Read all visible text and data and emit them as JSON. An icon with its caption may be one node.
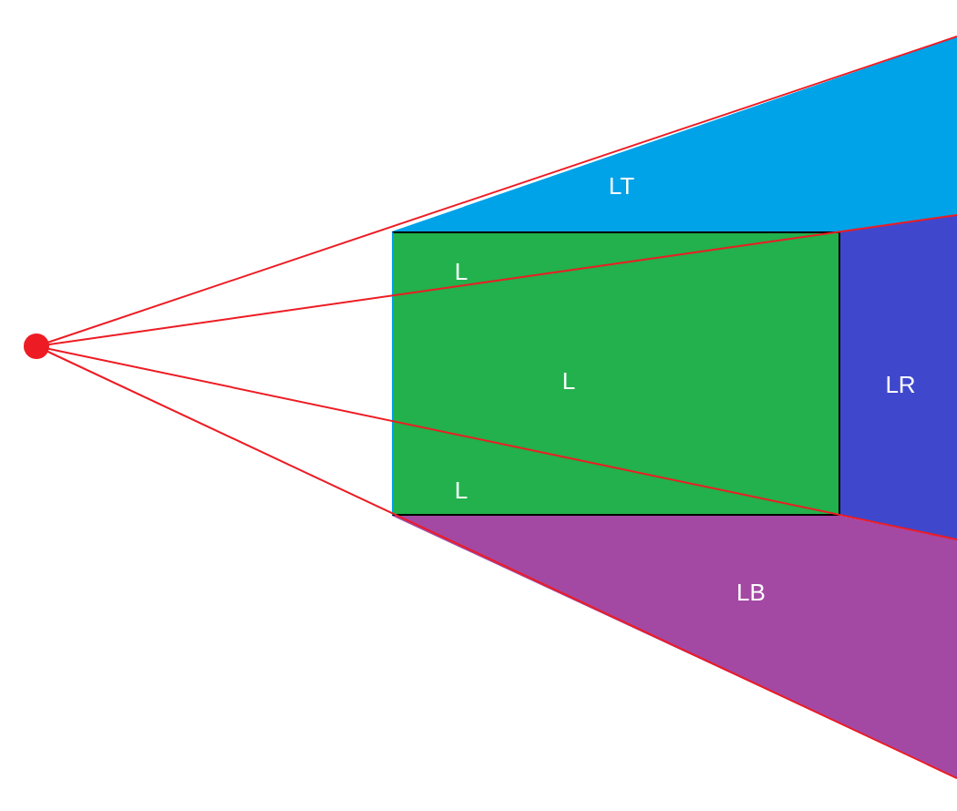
{
  "diagram": {
    "nodes": [
      {
        "text": [
          "LT"
        ]
      },
      {
        "text": [
          "L",
          "L",
          "L"
        ]
      },
      {
        "text": [
          "LR"
        ]
      },
      {
        "text": [
          "LB"
        ]
      }
    ]
  }
}
